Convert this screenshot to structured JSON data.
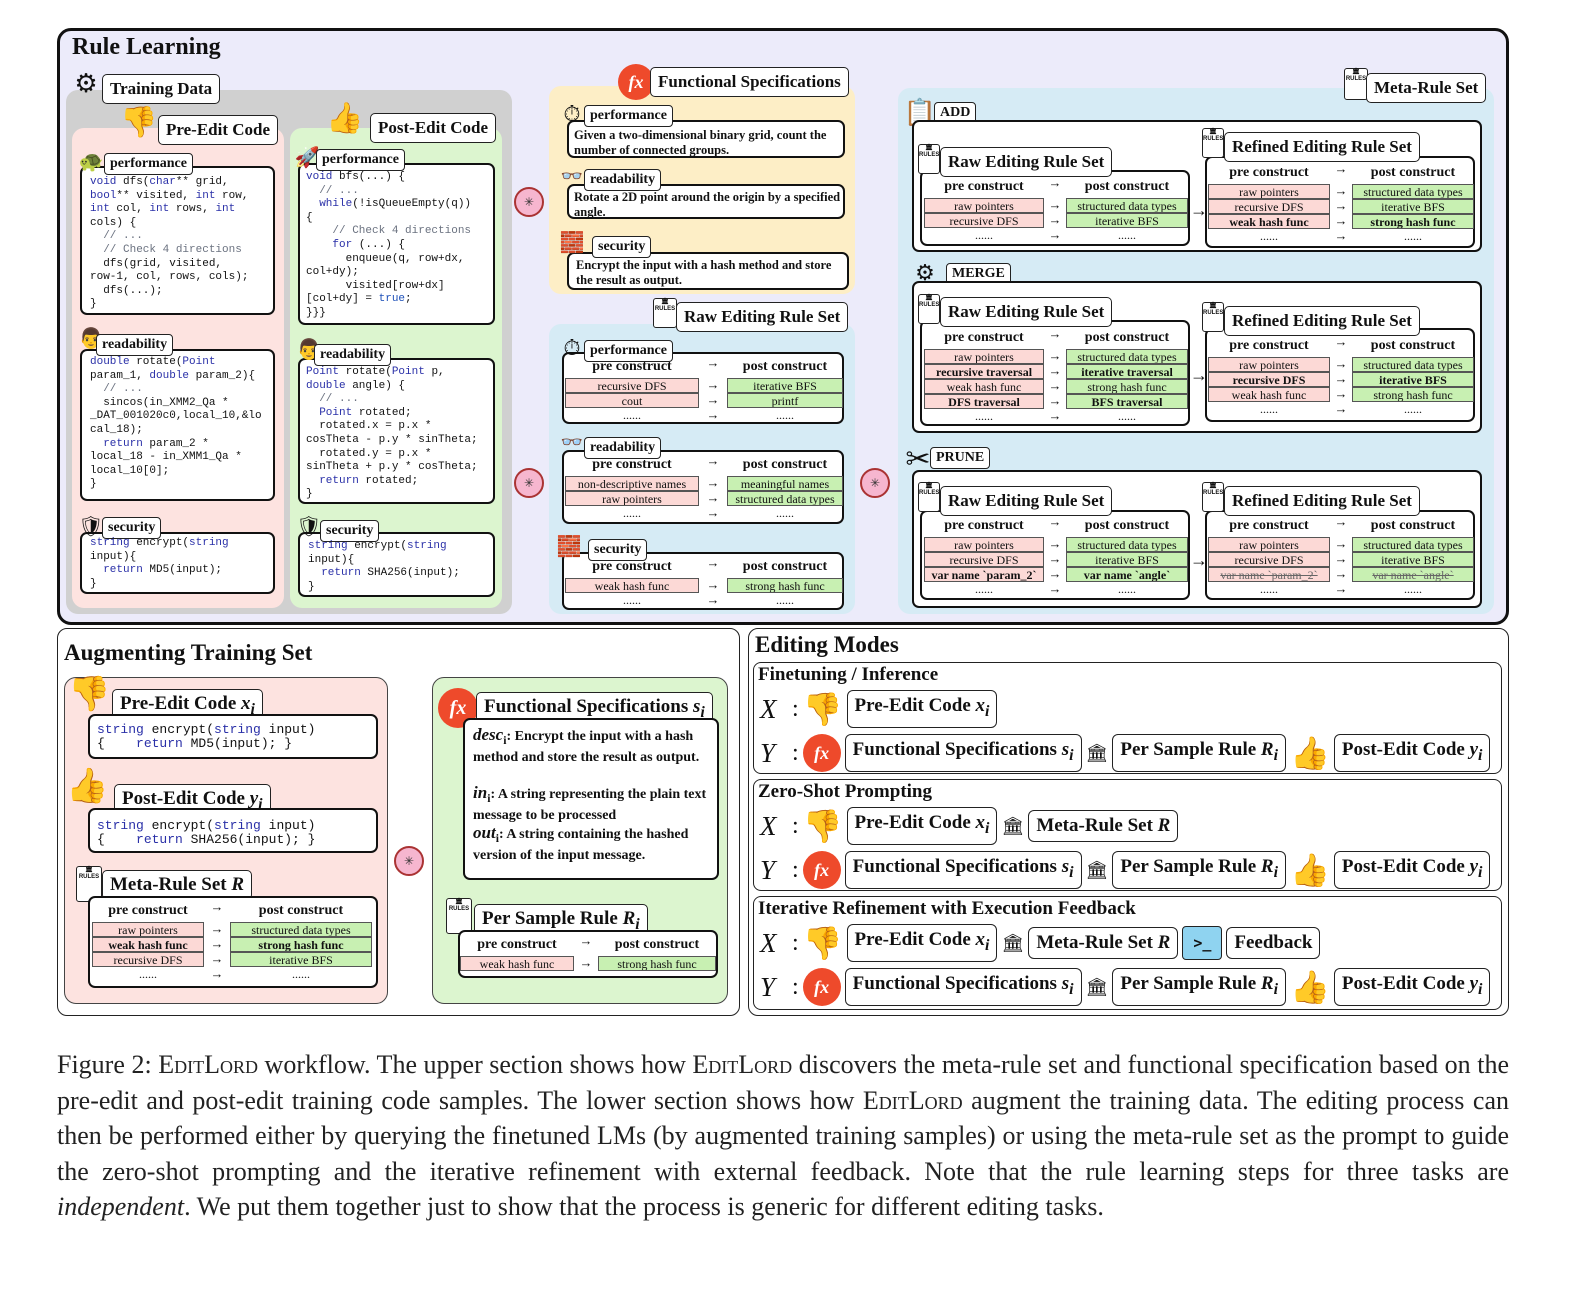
{
  "rule_learning": {
    "title": "Rule Learning",
    "training_data": "Training Data",
    "pre_edit_code": "Pre-Edit Code",
    "post_edit_code": "Post-Edit Code",
    "categories": [
      "performance",
      "readability",
      "security"
    ],
    "pre_code": {
      "performance": [
        "void dfs(char** grid,",
        "bool** visited, int row,",
        "int col, int rows, int",
        "cols) {",
        "  // ...",
        "  // Check 4 directions",
        "  dfs(grid, visited,",
        "row-1, col, rows, cols);",
        "  dfs(...);",
        "}"
      ],
      "readability": [
        "double rotate(Point",
        "param_1, double param_2){",
        "  // ...",
        "  sincos(in_XMM2_Qa *",
        "_DAT_001020c0,local_10,&lo",
        "cal_18);",
        "  return param_2 *",
        "local_18 - in_XMM1_Qa *",
        "local_10[0];",
        "}"
      ],
      "security": [
        "string encrypt(string",
        "input){",
        "  return MD5(input);",
        "}"
      ]
    },
    "post_code": {
      "performance": [
        "void bfs(...) {",
        "  // ...",
        "  while(!isQueueEmpty(q))",
        "{",
        "    // Check 4 directions",
        "    for (...) {",
        "      enqueue(q, row+dx,",
        "col+dy);",
        "      visited[row+dx]",
        "[col+dy] = true;",
        "}}}"
      ],
      "readability": [
        "Point rotate(Point p,",
        "double angle) {",
        "  // ...",
        "  Point rotated;",
        "  rotated.x = p.x *",
        "cosTheta - p.y * sinTheta;",
        "  rotated.y = p.x *",
        "sinTheta + p.y * cosTheta;",
        "  return rotated;",
        "}"
      ],
      "security": [
        "string encrypt(string",
        "input){",
        "  return SHA256(input);",
        "}"
      ]
    },
    "functional_specifications": {
      "title": "Functional Specifications",
      "performance": "Given a two-dimensional binary grid, count the number of connected groups.",
      "readability": "Rotate a 2D point around the origin by a specified angle.",
      "security": "Encrypt the input with a hash method and store the result as output."
    },
    "raw_editing_rule_set": {
      "title": "Raw Editing Rule Set",
      "pre_header": "pre construct",
      "post_header": "post construct",
      "performance": [
        [
          "recursive DFS",
          "iterative BFS"
        ],
        [
          "cout",
          "printf"
        ],
        [
          "......",
          "......"
        ]
      ],
      "readability": [
        [
          "non-descriptive names",
          "meaningful names"
        ],
        [
          "raw pointers",
          "structured data types"
        ],
        [
          "......",
          "......"
        ]
      ],
      "security": [
        [
          "weak hash func",
          "strong hash func"
        ],
        [
          "......",
          "......"
        ]
      ]
    },
    "meta_rule_set": {
      "title": "Meta-Rule Set",
      "raw_title": "Raw Editing Rule Set",
      "refined_title": "Refined Editing Rule Set",
      "add": {
        "label": "ADD",
        "raw": [
          [
            "raw pointers",
            "structured data types"
          ],
          [
            "recursive DFS",
            "iterative BFS"
          ],
          [
            "......",
            "......"
          ]
        ],
        "refined": [
          [
            "raw pointers",
            "structured data types"
          ],
          [
            "recursive DFS",
            "iterative BFS"
          ],
          [
            "weak hash func",
            "strong hash func"
          ],
          [
            "......",
            "......"
          ]
        ]
      },
      "merge": {
        "label": "MERGE",
        "raw": [
          [
            "raw pointers",
            "structured data types"
          ],
          [
            "recursive traversal",
            "iterative traversal"
          ],
          [
            "weak hash func",
            "strong hash func"
          ],
          [
            "DFS traversal",
            "BFS traversal"
          ],
          [
            "......",
            "......"
          ]
        ],
        "refined": [
          [
            "raw pointers",
            "structured data types"
          ],
          [
            "recursive DFS",
            "iterative BFS"
          ],
          [
            "weak hash func",
            "strong hash func"
          ],
          [
            "......",
            "......"
          ]
        ]
      },
      "prune": {
        "label": "PRUNE",
        "raw": [
          [
            "raw pointers",
            "structured data types"
          ],
          [
            "recursive DFS",
            "iterative BFS"
          ],
          [
            "var name `param_2`",
            "var name `angle`"
          ],
          [
            "......",
            "......"
          ]
        ],
        "refined": [
          [
            "raw pointers",
            "structured data types"
          ],
          [
            "recursive DFS",
            "iterative BFS"
          ],
          [
            "var name `param_2`",
            "var name `angle`"
          ],
          [
            "......",
            "......"
          ]
        ]
      }
    }
  },
  "augmenting": {
    "title": "Augmenting Training Set",
    "pre_edit": "Pre-Edit Code",
    "pre_code": [
      "string encrypt(string input)",
      "{    return MD5(input); }"
    ],
    "post_edit": "Post-Edit Code",
    "post_code": [
      "string encrypt(string input)",
      "{    return SHA256(input); }"
    ],
    "meta_rule_set": "Meta-Rule Set",
    "meta_rows": [
      [
        "raw pointers",
        "structured data types"
      ],
      [
        "weak hash func",
        "strong hash func"
      ],
      [
        "recursive DFS",
        "iterative BFS"
      ],
      [
        "......",
        "......"
      ]
    ],
    "func_spec_title": "Functional Specifications",
    "desc_label": "desc",
    "desc": ": Encrypt the input with a hash method and store the result as output.",
    "in_label": "in",
    "in": ": A string representing the plain text message to be processed",
    "out_label": "out",
    "out": ": A string containing the hashed version of the input message.",
    "per_sample_title": "Per Sample Rule",
    "per_sample_rows": [
      [
        "weak hash func",
        "strong hash func"
      ]
    ],
    "pre_header": "pre construct",
    "post_header": "post construct"
  },
  "editing_modes": {
    "title": "Editing Modes",
    "finetuning": "Finetuning / Inference",
    "zero_shot": "Zero-Shot Prompting",
    "iterative": "Iterative Refinement with Execution Feedback",
    "pre_edit": "Pre-Edit Code",
    "post_edit": "Post-Edit Code",
    "func_spec": "Functional Specifications",
    "per_sample": "Per Sample Rule",
    "meta_rule": "Meta-Rule Set",
    "feedback": "Feedback",
    "x_label": "X",
    "y_label": "Y"
  },
  "caption": {
    "prefix": "Figure 2: ",
    "name": "EditLord",
    "part1": " workflow. The upper section shows how ",
    "part2": " discovers the meta-rule set and functional specification based on the pre-edit and post-edit training code samples. The lower section shows how ",
    "part3": " augment the training data. The editing process can then be performed either by querying the finetuned LMs (by augmented training samples) or using the meta-rule set as the prompt to guide the zero-shot prompting and the iterative refinement with external feedback. Note that the rule learning steps for three tasks are ",
    "italic": "independent",
    "part4": ". We put them together just to show that the process is generic for different editing tasks."
  },
  "colors": {
    "pink": "#fde3e0",
    "green": "#dcf5cf",
    "yellow": "#fdeec6",
    "blue": "#d6ebf5",
    "gray": "#d0d0d0",
    "lavender": "#ecebfa",
    "pre_cell": "#fcd9d6",
    "post_cell": "#c8f0b2",
    "fx_red": "#ee4a2b"
  },
  "icons": [
    "thumbs-down-icon",
    "thumbs-up-icon",
    "fx-icon",
    "rules-icon",
    "brain-icon",
    "stopwatch-icon",
    "glasses-icon",
    "brick-wall-icon",
    "turtle-icon",
    "rocket-icon",
    "shield-icon",
    "scissors-icon",
    "clipboard-icon",
    "terminal-icon",
    "gear-icon"
  ]
}
